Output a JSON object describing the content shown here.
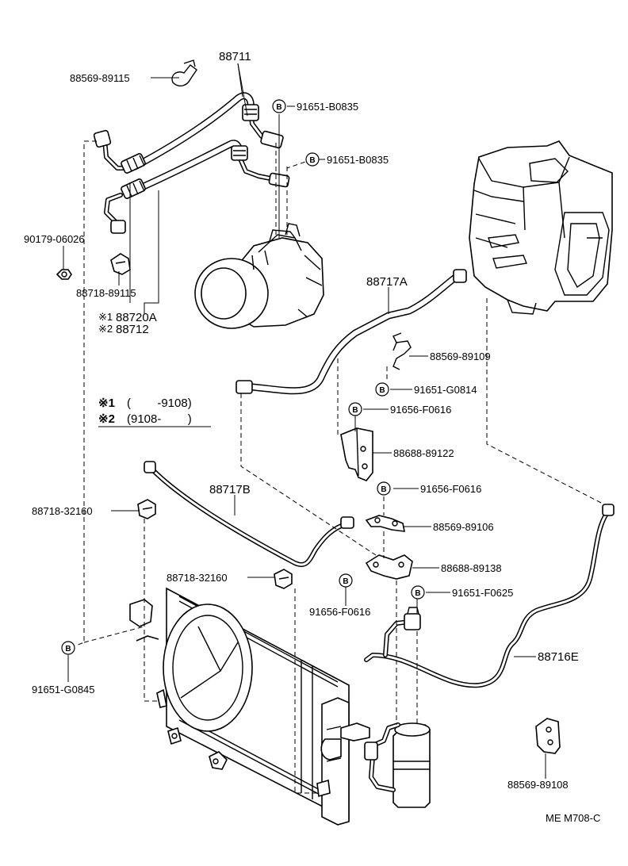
{
  "labels": {
    "l88711": "88711",
    "l8856989115": "88569-89115",
    "l91651B0835a": "91651-B0835",
    "l91651B0835b": "91651-B0835",
    "l9017906026": "90179-06026",
    "l8871889115": "88718-89115",
    "l88720A": "88720A",
    "l88712": "88712",
    "mark1": "※1",
    "mark2": "※2",
    "l88717A": "88717A",
    "l8856989109": "88569-89109",
    "l91651G0814": "91651-G0814",
    "l91656F0616a": "91656-F0616",
    "l8868889122": "88688-89122",
    "l91656F0616b": "91656-F0616",
    "l88717B": "88717B",
    "l8871832160a": "88718-32160",
    "l8856989106": "88569-89106",
    "l8868889138": "88688-89138",
    "l8871832160b": "88718-32160",
    "l91656F0616c": "91656-F0616",
    "l91651F0625": "91651-F0625",
    "l88716E": "88716E",
    "l91651G0845": "91651-G0845",
    "l8856989108": "88569-89108",
    "ref": "ME M708-C"
  },
  "note": {
    "row1_mark": "※1",
    "row1_text": "(        -9108)",
    "row2_mark": "※2",
    "row2_text": "(9108-        )"
  },
  "badge": "B"
}
